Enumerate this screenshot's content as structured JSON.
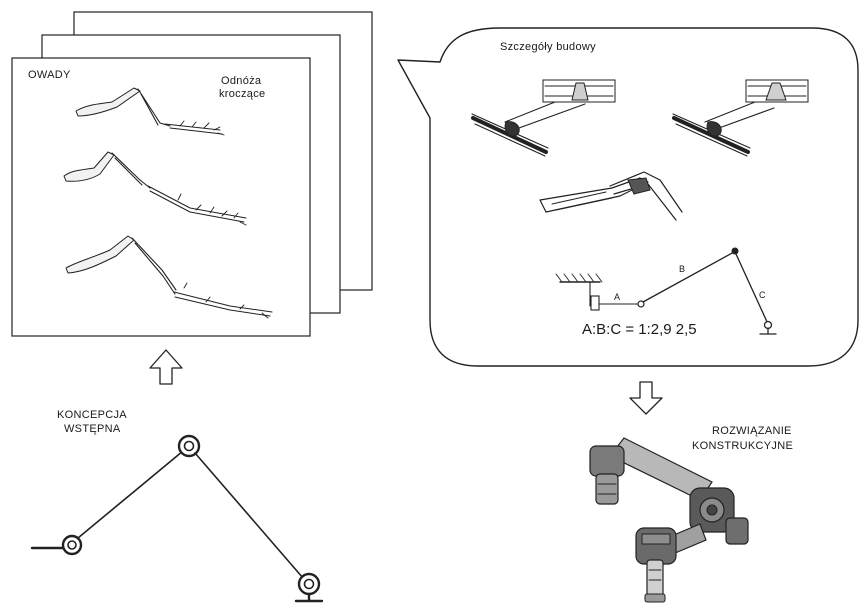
{
  "insects_panel": {
    "title": "OWADY",
    "subtitle_line1": "Odnóża",
    "subtitle_line2": "kroczące"
  },
  "details_bubble": {
    "title": "Szczegóły budowy",
    "link_label_a": "A",
    "link_label_b": "B",
    "link_label_c": "C",
    "ratio": "A:B:C = 1:2,9 2,5"
  },
  "concept": {
    "line1": "KONCEPCJA",
    "line2": "WSTĘPNA"
  },
  "solution": {
    "line1": "ROZWIĄZANIE",
    "line2": "KONSTRUKCYJNE"
  },
  "icons": [
    "up-arrow-icon",
    "down-arrow-icon",
    "speech-bubble",
    "robot-arm"
  ]
}
